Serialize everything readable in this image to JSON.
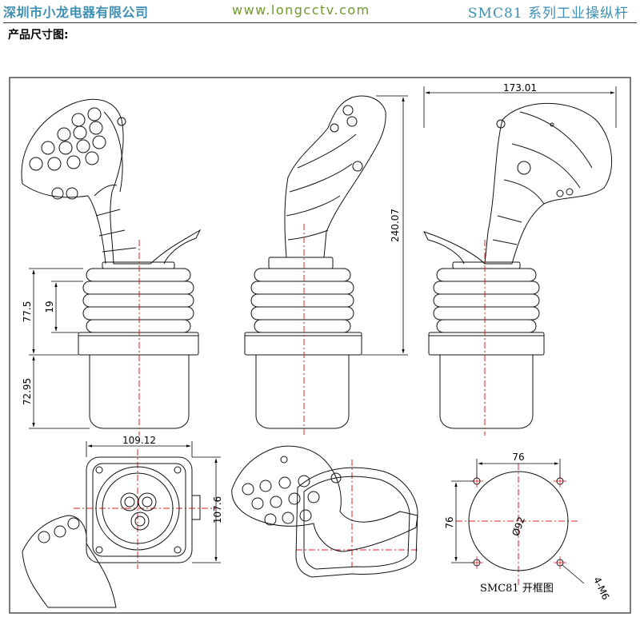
{
  "header": {
    "company": "深圳市小龙电器有限公司",
    "website": "www.longcctv.com",
    "model_title": "SMC81 系列工业操纵杆"
  },
  "section_title": "产品尺寸图:",
  "dimensions": {
    "depth": "173.01",
    "total_height": "240.07",
    "bellows_height": "77.5",
    "bellows_pitch": "19",
    "base_height": "72.95",
    "base_width": "109.12",
    "base_depth": "107.6",
    "hole_spacing_x": "76",
    "hole_spacing_y": "76",
    "cutout_diameter": "Ø92",
    "mount_holes": "4-M6"
  },
  "cutout_caption": "SMC81 开框图",
  "colors": {
    "header_blue": "#3c8fb5",
    "header_green": "#6f9a2a",
    "centerline_red": "#e02020",
    "drawing_line": "#111111"
  }
}
